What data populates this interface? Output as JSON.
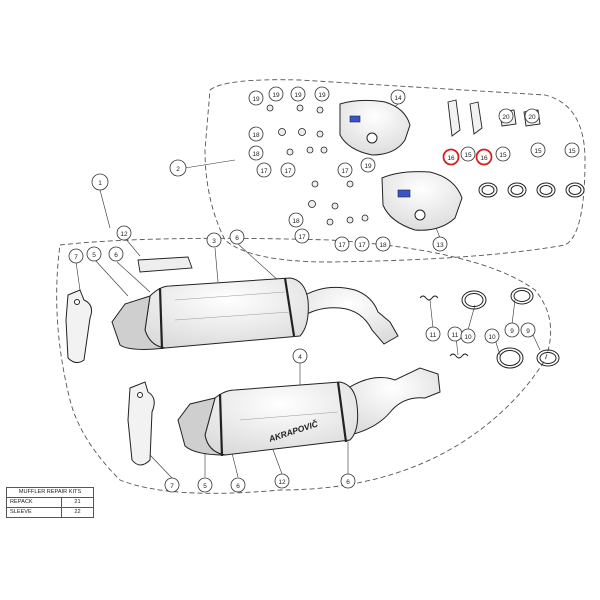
{
  "callouts": {
    "c1": "1",
    "c2": "2",
    "c3": "3",
    "c4": "4",
    "c5": "5",
    "c6": "6",
    "c7": "7",
    "c9": "9",
    "c10": "10",
    "c11": "11",
    "c12": "12",
    "c13": "13",
    "c14": "14",
    "c15": "15",
    "c16": "16",
    "c17": "17",
    "c18": "18",
    "c19": "19",
    "c20": "20"
  },
  "brand_mark": "AKRAPOVIČ",
  "repair_kits": {
    "title": "MUFFLER REPAIR KITS",
    "rows": [
      {
        "label": "REPACK",
        "value": "21"
      },
      {
        "label": "SLEEVE",
        "value": "22"
      }
    ]
  },
  "colors": {
    "line": "#222222",
    "dashed": "#555555",
    "highlight": "#d42020",
    "logo_blue": "#3a55c8"
  }
}
